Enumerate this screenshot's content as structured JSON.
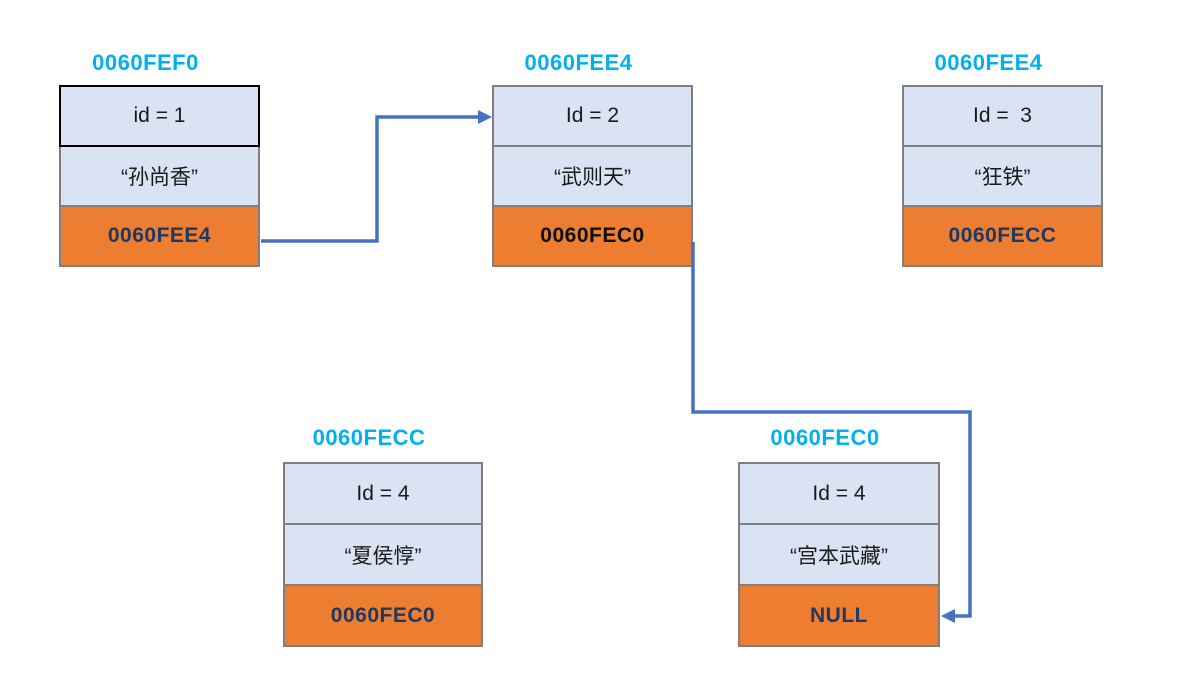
{
  "diagram_title": "singly linked list nodes with address labels",
  "colors": {
    "label_cyan": "#00B0F0",
    "cell_fill": "#DAE3F3",
    "pointer_orange": "#ED7D31",
    "pointer_text_navy": "#1F3864",
    "pointer_text_black": "#0d0d0d",
    "arrow_blue": "#4472C4",
    "border_gray": "#7F7F7F",
    "border_black": "#000000"
  },
  "nodes": [
    {
      "name": "node-1",
      "address_label": "0060FEF0",
      "id_field": "id = 1",
      "name_field": "“孙尚香”",
      "next_field": "0060FEE4"
    },
    {
      "name": "node-2",
      "address_label": "0060FEE4",
      "id_field": "Id = 2",
      "name_field": "“武则天”",
      "next_field": "0060FEC0"
    },
    {
      "name": "node-3",
      "address_label": "0060FEE4",
      "id_field": "Id =  3",
      "name_field": "“狂铁”",
      "next_field": "0060FECC"
    },
    {
      "name": "node-4",
      "address_label": "0060FECC",
      "id_field": "Id = 4",
      "name_field": "“夏侯惇”",
      "next_field": "0060FEC0"
    },
    {
      "name": "node-5",
      "address_label": "0060FEC0",
      "id_field": "Id = 4",
      "name_field": "“宫本武藏”",
      "next_field": "NULL"
    }
  ],
  "arrows": [
    {
      "from": "node-1 next cell (0060FEE4)",
      "to": "node-2 id cell"
    },
    {
      "from": "node-2 next cell (0060FEC0)",
      "to": "node-5 NULL cell"
    }
  ]
}
